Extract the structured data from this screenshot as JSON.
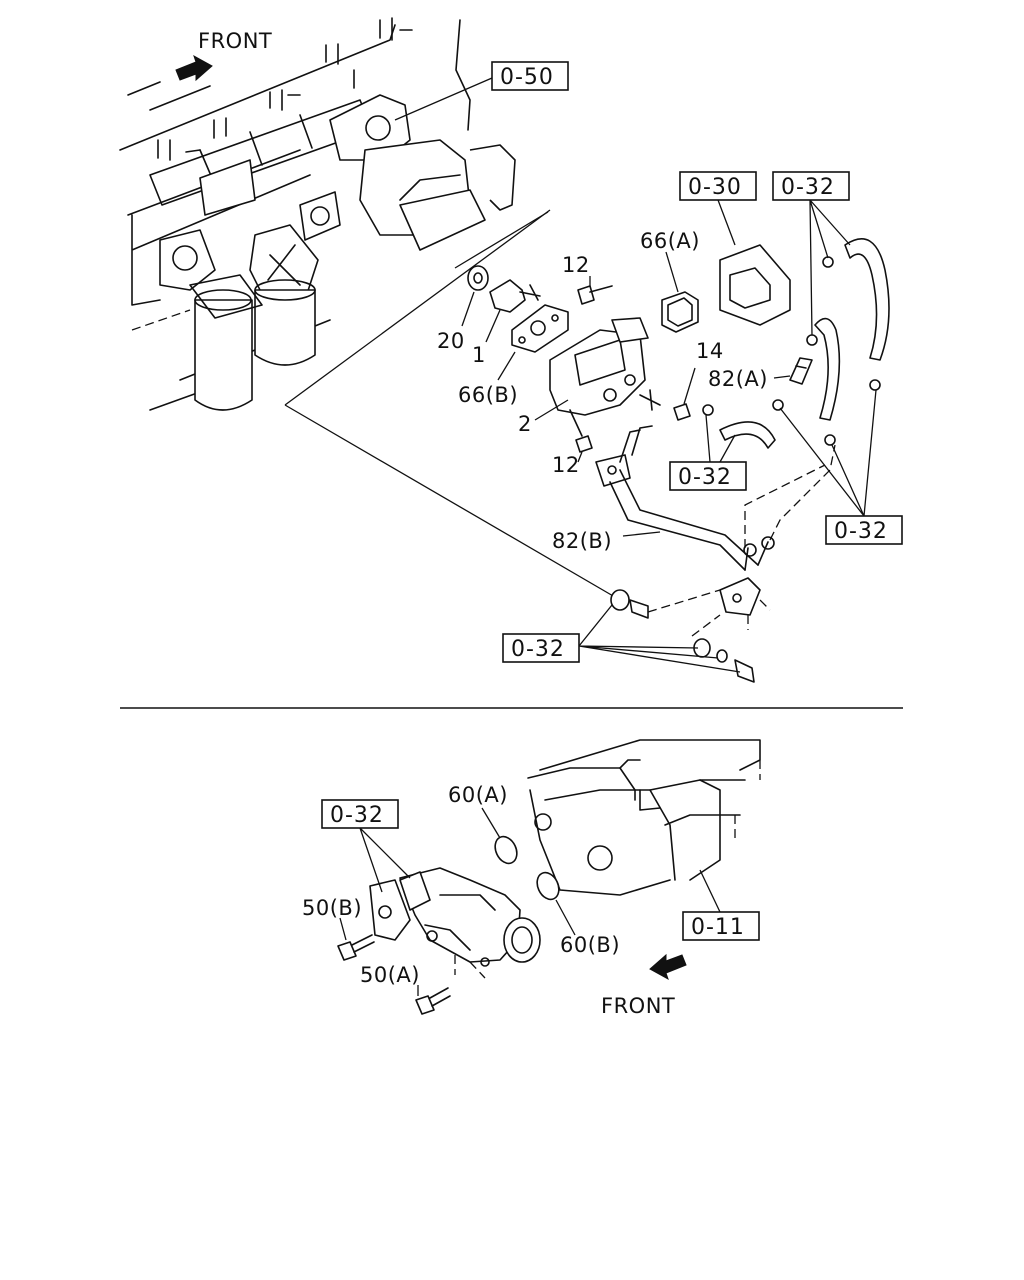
{
  "upper_view": {
    "front_label": "FRONT",
    "refs": {
      "r050": "0-50",
      "r030": "0-30",
      "r032_top": "0-32",
      "r032_hose": "0-32",
      "r032_right": "0-32",
      "r032_bottom": "0-32"
    },
    "parts": {
      "p20": "20",
      "p1": "1",
      "p66b": "66(B)",
      "p2": "2",
      "p12_top": "12",
      "p12_bottom": "12",
      "p66a": "66(A)",
      "p14": "14",
      "p82a": "82(A)",
      "p82b": "82(B)"
    }
  },
  "lower_view": {
    "front_label": "FRONT",
    "refs": {
      "r032": "0-32",
      "r011": "0-11"
    },
    "parts": {
      "p60a": "60(A)",
      "p60b": "60(B)",
      "p50b": "50(B)",
      "p50a": "50(A)"
    }
  }
}
